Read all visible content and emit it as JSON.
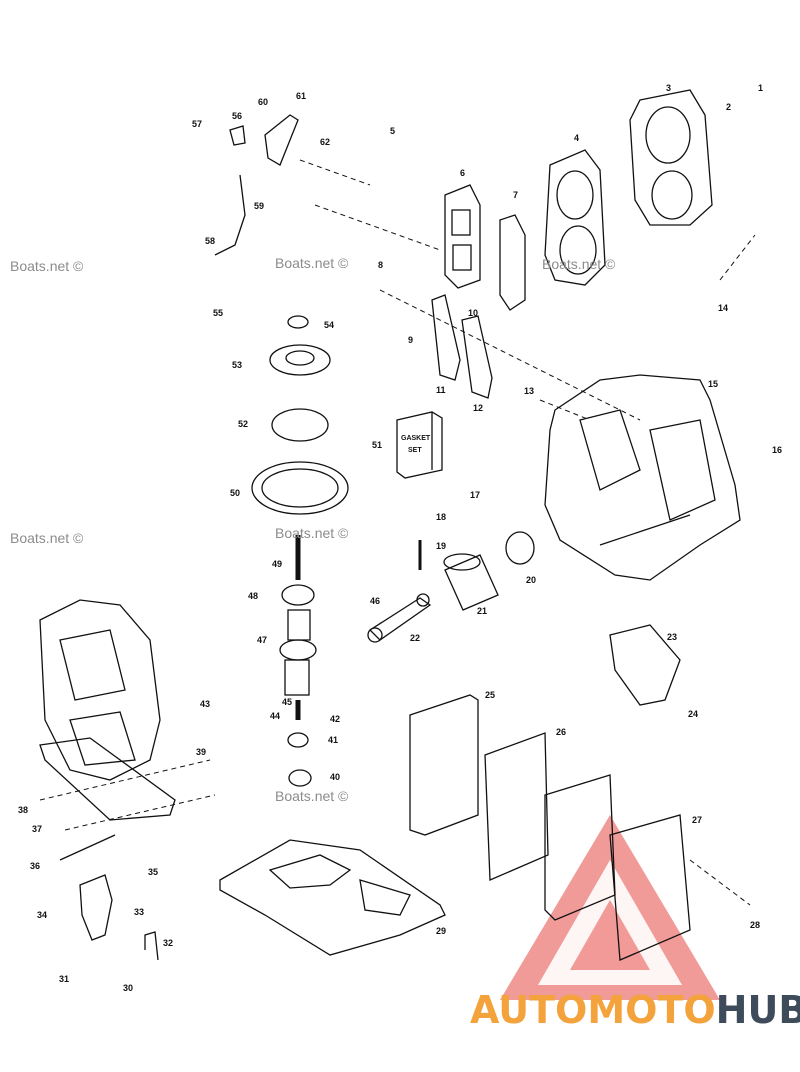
{
  "watermarks": [
    "Boats.net ©",
    "Boats.net ©",
    "Boats.net ©",
    "Boats.net ©",
    "Boats.net ©",
    "Boats.net ©"
  ],
  "logo": {
    "part1": "AUTOMOTO",
    "part2": "HUB"
  },
  "part_labels": [
    "1",
    "2",
    "3",
    "4",
    "5",
    "6",
    "7",
    "8",
    "9",
    "10",
    "11",
    "12",
    "13",
    "14",
    "15",
    "16",
    "17",
    "18",
    "19",
    "20",
    "21",
    "22",
    "23",
    "24",
    "25",
    "26",
    "27",
    "28",
    "29",
    "30",
    "31",
    "32",
    "33",
    "34",
    "35",
    "36",
    "37",
    "38",
    "39",
    "40",
    "41",
    "42",
    "43",
    "44",
    "45",
    "46",
    "47",
    "48",
    "49",
    "50",
    "51",
    "52",
    "53",
    "54",
    "55",
    "56",
    "57",
    "58",
    "59",
    "60",
    "61",
    "62"
  ],
  "gasket_set_box": {
    "line1": "GASKET",
    "line2": "SET"
  },
  "colors": {
    "line": "#111111",
    "watermark_triangle": "#e8403a",
    "logo_orange": "#f3a23c",
    "logo_dark": "#3d4b5a"
  }
}
